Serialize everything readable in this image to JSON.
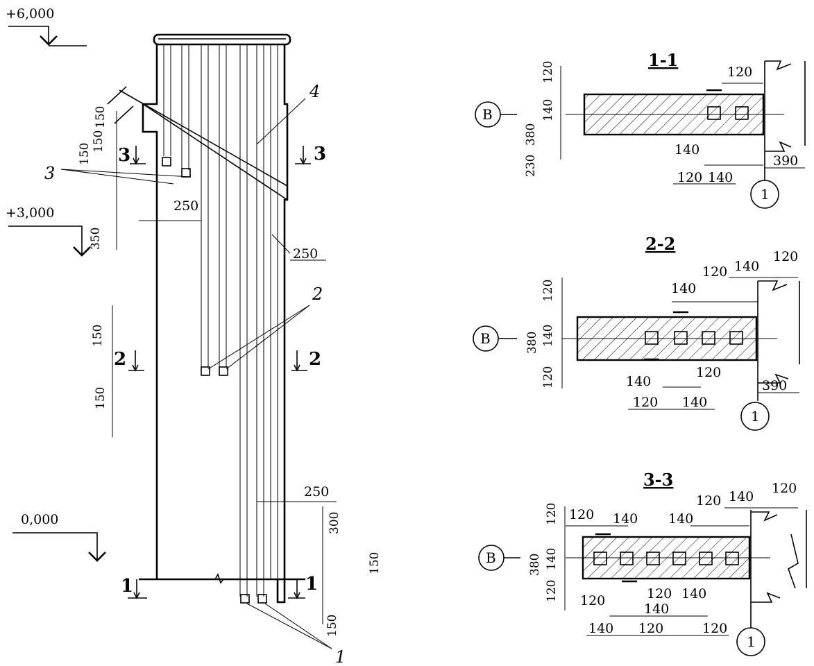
{
  "levels": [
    "+6,000",
    "+3,000",
    "0,000"
  ],
  "callouts": [
    "1",
    "2",
    "3",
    "4"
  ],
  "cut_marks": [
    "1",
    "2",
    "3"
  ],
  "elevation_dims": {
    "left_150_a": "150",
    "left_150_b": "150",
    "left_350": "350",
    "left_250": "250",
    "right_250_a": "250",
    "left_150_mid": "150",
    "left_150_low": "150",
    "right_250_b": "250",
    "right_300": "300",
    "right_150": "150",
    "right_150_low": "150"
  },
  "sections": [
    {
      "title": "1-1",
      "axis_b": "B",
      "axis_1": "1",
      "dims": {
        "v380": "380",
        "v140": "140",
        "v120": "120",
        "v230": "230",
        "top120": "120",
        "b140": "140",
        "b120": "120",
        "b140b": "140",
        "b390": "390"
      }
    },
    {
      "title": "2-2",
      "axis_b": "B",
      "axis_1": "1",
      "dims": {
        "v380": "380",
        "v140": "140",
        "v120": "120",
        "v120b": "120",
        "t120": "120",
        "t140": "140",
        "t120b": "120",
        "t140b": "140",
        "b140": "140",
        "b120": "120",
        "b120b": "120",
        "b140b": "140",
        "b390": "390"
      }
    },
    {
      "title": "3-3",
      "axis_b": "B",
      "axis_1": "1",
      "dims": {
        "v380": "380",
        "v140": "140",
        "v120": "120",
        "v120b": "120",
        "tl120": "120",
        "tl140": "140",
        "tm140": "140",
        "t120": "120",
        "t140": "140",
        "t120b": "120",
        "b120": "120",
        "b120b": "120",
        "b140": "140",
        "b140b": "140",
        "b140c": "140",
        "b120c": "120",
        "b120d": "120"
      }
    }
  ]
}
